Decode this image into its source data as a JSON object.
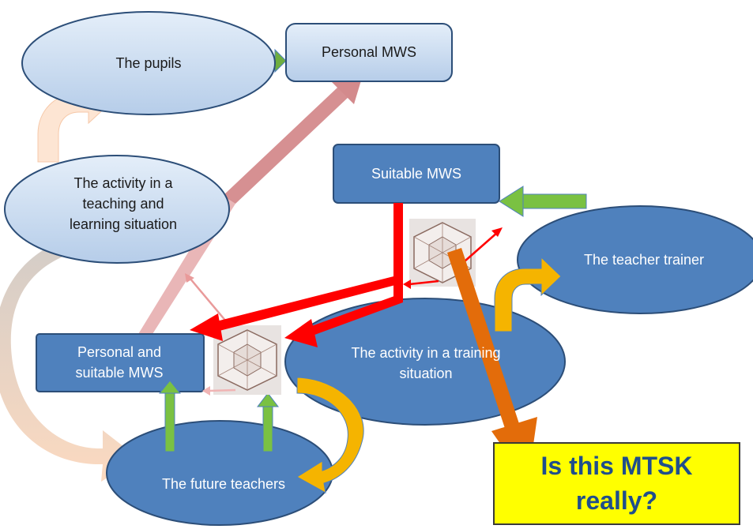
{
  "nodes": {
    "pupils": "The pupils",
    "personal_mws": "Personal MWS",
    "activity_teaching": "The activity in a teaching and learning situation",
    "suitable_mws": "Suitable MWS",
    "teacher_trainer": "The teacher trainer",
    "personal_suitable_mws": "Personal and suitable MWS",
    "activity_training": "The activity in a training situation",
    "future_teachers": "The future teachers"
  },
  "callout": {
    "text": "Is this MTSK\nreally?"
  },
  "colors": {
    "light_fill": "#c6d9ee",
    "dark_fill": "#4f81bd",
    "stroke": "#2c4e78",
    "callout_fill": "#ffff00",
    "callout_text": "#1f4e8c",
    "arrow_red": "#ff0000",
    "arrow_green": "#7ac142",
    "arrow_orange": "#e36c0a",
    "arrow_gold": "#f5b400",
    "arrow_peach": "#fbd3b5",
    "arrow_rose": "#d38a8c"
  },
  "icons": {
    "hexagon_model": "hexagon-model-icon"
  }
}
